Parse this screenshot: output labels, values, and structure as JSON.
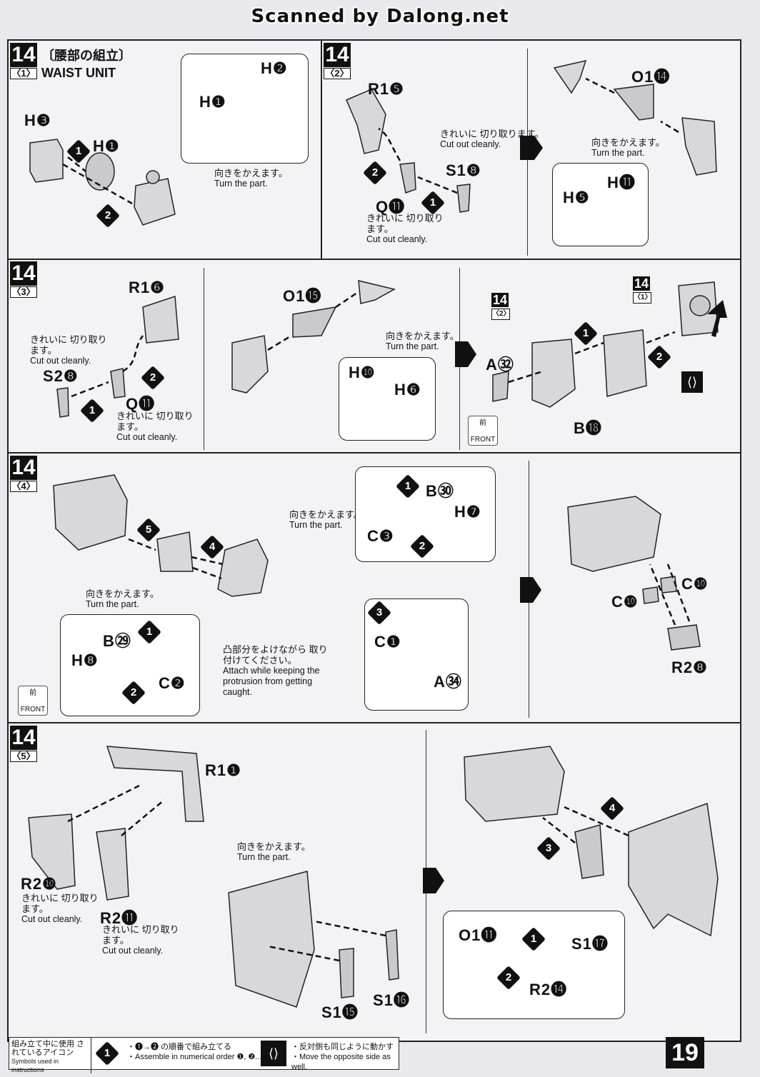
{
  "watermark": "Scanned by Dalong.net",
  "page_number": "19",
  "step_number": "14",
  "panels": {
    "p1": {
      "sub": "〈1〉",
      "title_jp": "〔腰部の組立〕",
      "title_en": "WAIST UNIT",
      "parts": [
        "H❸",
        "H❶",
        "H❷",
        "H❶"
      ],
      "turn_jp": "向きをかえます。",
      "turn_en": "Turn the part."
    },
    "p2": {
      "sub": "〈2〉",
      "parts": [
        "R1❺",
        "S1❽",
        "Q⓫",
        "O1⓮",
        "H⓫",
        "H❺"
      ],
      "cut_jp": "きれいに 切り取ります。",
      "cut_en": "Cut out cleanly.",
      "cut2_jp": "きれいに 切り取ります。",
      "cut2_en": "Cut out cleanly.",
      "turn_jp": "向きをかえます。",
      "turn_en": "Turn the part."
    },
    "p3": {
      "sub": "〈3〉",
      "parts": [
        "R1❻",
        "S2❽",
        "Q⓫",
        "O1⓯",
        "H❿",
        "H❻",
        "A㉜",
        "B⓲"
      ],
      "cut_jp": "きれいに 切り取ります。",
      "cut_en": "Cut out cleanly.",
      "cut2_jp": "きれいに 切り取ります。",
      "cut2_en": "Cut out cleanly.",
      "turn_jp": "向きをかえます。",
      "turn_en": "Turn the part.",
      "ref_a": "〈2〉",
      "ref_b": "〈1〉",
      "front_jp": "前",
      "front_en": "FRONT"
    },
    "p4": {
      "sub": "〈4〉",
      "parts": [
        "B㉚",
        "H❼",
        "C❸",
        "B㉙",
        "H❽",
        "C❷",
        "C❶",
        "A㉞",
        "C❿",
        "C❿",
        "R2❽"
      ],
      "turn_jp": "向きをかえます。",
      "turn_en": "Turn the part.",
      "turn2_jp": "向きをかえます。",
      "turn2_en": "Turn the part.",
      "attach_jp": "凸部分をよけながら 取り付けてください。",
      "attach_en": "Attach while keeping the protrusion from getting caught.",
      "front_jp": "前",
      "front_en": "FRONT"
    },
    "p5": {
      "sub": "〈5〉",
      "parts": [
        "R1❶",
        "R2❿",
        "R2⓫",
        "S1⓯",
        "S1⓰",
        "O1⓫",
        "S1⓱",
        "R2⓮"
      ],
      "cut_jp": "きれいに 切り取ります。",
      "cut_en": "Cut out cleanly.",
      "cut2_jp": "きれいに 切り取ります。",
      "cut2_en": "Cut out cleanly.",
      "turn_jp": "向きをかえます。",
      "turn_en": "Turn the part."
    }
  },
  "legend": {
    "title_jp": "組み立て中に使用 されているアイコン",
    "title_en": "Symbols used in instructions",
    "order_jp": "・❶→❷ の順番で組み立てる",
    "order_en": "・Assemble in numerical order ❶, ❷...",
    "mirror_jp": "・反対側も同じように動かす",
    "mirror_en": "・Move the opposite side as well."
  }
}
